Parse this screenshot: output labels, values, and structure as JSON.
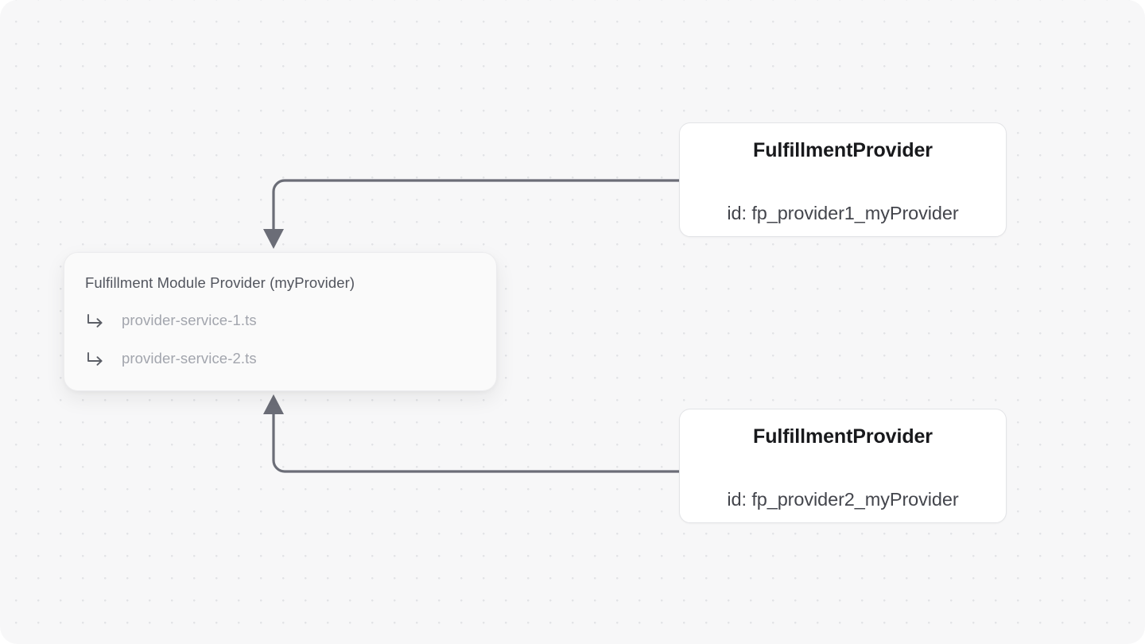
{
  "canvas": {
    "background_color": "#f7f7f8",
    "dot_color": "#e2e3e6"
  },
  "module_panel": {
    "title": "Fulfillment Module Provider (myProvider)",
    "files": [
      {
        "icon": "arrow-turn-down-right-icon",
        "name": "provider-service-1.ts"
      },
      {
        "icon": "arrow-turn-down-right-icon",
        "name": "provider-service-2.ts"
      }
    ]
  },
  "entities": [
    {
      "id_key": "card-provider1",
      "title": "FulfillmentProvider",
      "id_label": "id: fp_provider1_myProvider"
    },
    {
      "id_key": "card-provider2",
      "title": "FulfillmentProvider",
      "id_label": "id: fp_provider2_myProvider"
    }
  ],
  "edges": {
    "line_color": "#6b6d77",
    "items": [
      {
        "name": "edge-provider1-to-module",
        "direction": "down"
      },
      {
        "name": "edge-provider2-to-module",
        "direction": "up"
      }
    ]
  }
}
